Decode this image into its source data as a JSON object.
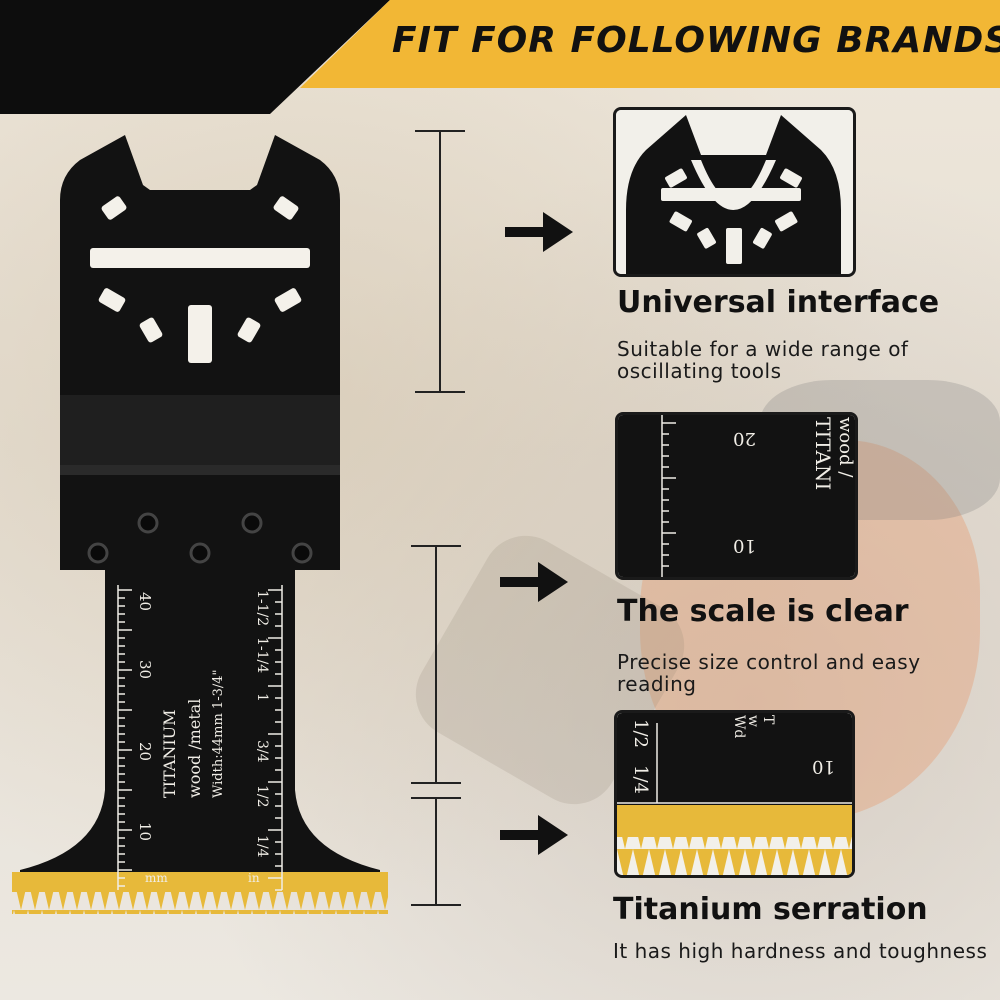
{
  "header": {
    "title": "FIT FOR FOLLOWING BRANDS"
  },
  "blade": {
    "brand": "TITANIUM",
    "material": "wood /metal",
    "width_text": "Width:44mm 1-3/4\"",
    "mm_unit": "mm",
    "in_unit": "in",
    "mm_ticks": [
      "10",
      "20",
      "30",
      "40"
    ],
    "inch_ticks": [
      "1/4",
      "1/2",
      "3/4",
      "1",
      "1-1/4",
      "1-1/2"
    ]
  },
  "features": [
    {
      "title": "Universal interface",
      "description": "Suitable for a wide range of oscillating tools"
    },
    {
      "title": "The scale is clear",
      "description": "Precise size control and easy reading"
    },
    {
      "title": "Titanium serration",
      "description": "It has high hardness and toughness"
    }
  ],
  "panel_scale": {
    "label_20": "20",
    "label_10": "10",
    "brand": "TITANI",
    "material": "wood /"
  },
  "panel_teeth": {
    "frac_a": "1/2",
    "frac_b": "1/4",
    "label_10": "10",
    "brand": "T",
    "w": "w",
    "width": "Wd"
  },
  "colors": {
    "accent": "#f2b735",
    "dark": "#111111",
    "gold": "#e7b93a"
  }
}
